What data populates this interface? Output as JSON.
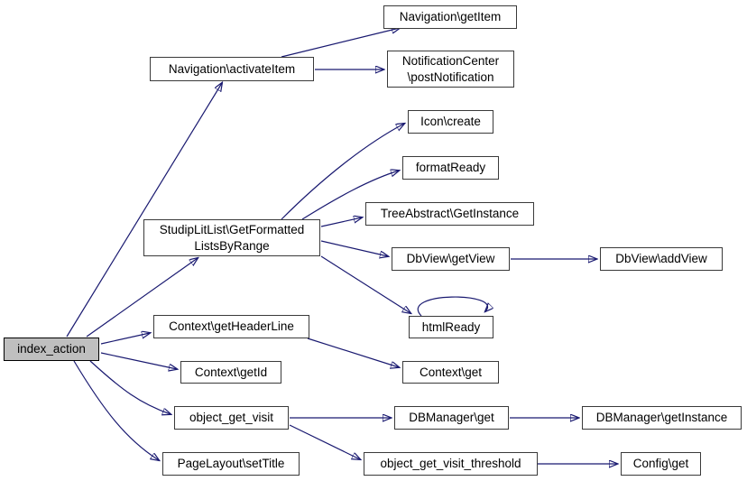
{
  "diagram": {
    "type": "call-graph",
    "colors": {
      "edge": "#191970",
      "node_border": "#3a3a3a",
      "node_fill": "#ffffff",
      "highlight_node_fill": "#bfbfbf",
      "background": "#ffffff",
      "text": "#000000"
    },
    "nodes": {
      "index_action": {
        "label": "index_action",
        "highlighted": true
      },
      "navigation_activateItem": {
        "label": "Navigation\\activateItem"
      },
      "navigation_getItem": {
        "label": "Navigation\\getItem"
      },
      "notificationCenter_postNotification": {
        "label": "NotificationCenter\n\\postNotification"
      },
      "icon_create": {
        "label": "Icon\\create"
      },
      "formatReady": {
        "label": "formatReady"
      },
      "treeAbstract_GetInstance": {
        "label": "TreeAbstract\\GetInstance"
      },
      "dbView_getView": {
        "label": "DbView\\getView"
      },
      "dbView_addView": {
        "label": "DbView\\addView"
      },
      "studipLitList_GetFormattedListsByRange": {
        "label": "StudipLitList\\GetFormatted\nListsByRange"
      },
      "htmlReady": {
        "label": "htmlReady"
      },
      "context_getHeaderLine": {
        "label": "Context\\getHeaderLine"
      },
      "context_getId": {
        "label": "Context\\getId"
      },
      "context_get": {
        "label": "Context\\get"
      },
      "object_get_visit": {
        "label": "object_get_visit"
      },
      "dbManager_get": {
        "label": "DBManager\\get"
      },
      "dbManager_getInstance": {
        "label": "DBManager\\getInstance"
      },
      "pageLayout_setTitle": {
        "label": "PageLayout\\setTitle"
      },
      "object_get_visit_threshold": {
        "label": "object_get_visit_threshold"
      },
      "config_get": {
        "label": "Config\\get"
      }
    },
    "edges": [
      {
        "from": "index_action",
        "to": "navigation_activateItem"
      },
      {
        "from": "index_action",
        "to": "studipLitList_GetFormattedListsByRange"
      },
      {
        "from": "index_action",
        "to": "context_getHeaderLine"
      },
      {
        "from": "index_action",
        "to": "context_getId"
      },
      {
        "from": "index_action",
        "to": "object_get_visit"
      },
      {
        "from": "index_action",
        "to": "pageLayout_setTitle"
      },
      {
        "from": "navigation_activateItem",
        "to": "navigation_getItem"
      },
      {
        "from": "navigation_activateItem",
        "to": "notificationCenter_postNotification"
      },
      {
        "from": "studipLitList_GetFormattedListsByRange",
        "to": "icon_create"
      },
      {
        "from": "studipLitList_GetFormattedListsByRange",
        "to": "formatReady"
      },
      {
        "from": "studipLitList_GetFormattedListsByRange",
        "to": "treeAbstract_GetInstance"
      },
      {
        "from": "studipLitList_GetFormattedListsByRange",
        "to": "dbView_getView"
      },
      {
        "from": "studipLitList_GetFormattedListsByRange",
        "to": "htmlReady"
      },
      {
        "from": "dbView_getView",
        "to": "dbView_addView"
      },
      {
        "from": "htmlReady",
        "to": "htmlReady"
      },
      {
        "from": "context_getHeaderLine",
        "to": "context_get"
      },
      {
        "from": "object_get_visit",
        "to": "dbManager_get"
      },
      {
        "from": "object_get_visit",
        "to": "object_get_visit_threshold"
      },
      {
        "from": "dbManager_get",
        "to": "dbManager_getInstance"
      },
      {
        "from": "object_get_visit_threshold",
        "to": "config_get"
      }
    ]
  }
}
